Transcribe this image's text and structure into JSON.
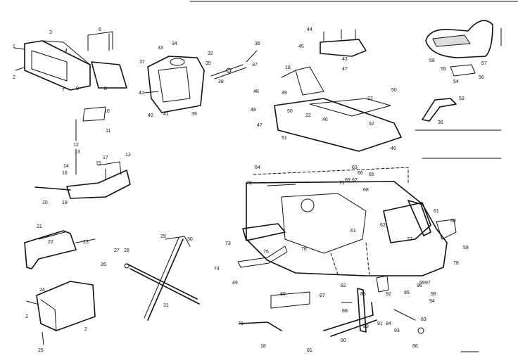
{
  "callouts": [
    {
      "id": "c1",
      "text": "1"
    },
    {
      "id": "c2",
      "text": "2"
    },
    {
      "id": "c3",
      "text": "3"
    },
    {
      "id": "c4",
      "text": "4"
    },
    {
      "id": "c7",
      "text": "7"
    },
    {
      "id": "c8",
      "text": "8"
    },
    {
      "id": "c9",
      "text": "9"
    },
    {
      "id": "c6",
      "text": "6"
    },
    {
      "id": "c33",
      "text": "33"
    },
    {
      "id": "c34",
      "text": "34"
    },
    {
      "id": "c32",
      "text": "32"
    },
    {
      "id": "c35",
      "text": "35"
    },
    {
      "id": "c37",
      "text": "37"
    },
    {
      "id": "c42",
      "text": "42"
    },
    {
      "id": "c41",
      "text": "41"
    },
    {
      "id": "c40",
      "text": "40"
    },
    {
      "id": "c39",
      "text": "39"
    },
    {
      "id": "c38",
      "text": "38"
    },
    {
      "id": "c36",
      "text": "36"
    },
    {
      "id": "c44",
      "text": "44"
    },
    {
      "id": "c45",
      "text": "45"
    },
    {
      "id": "c47",
      "text": "47"
    },
    {
      "id": "c43",
      "text": "43"
    },
    {
      "id": "c18",
      "text": "18"
    },
    {
      "id": "c49",
      "text": "49"
    },
    {
      "id": "c48",
      "text": "48"
    },
    {
      "id": "c50",
      "text": "50"
    },
    {
      "id": "c22",
      "text": "22"
    },
    {
      "id": "c46",
      "text": "46"
    },
    {
      "id": "c52",
      "text": "52"
    },
    {
      "id": "c51",
      "text": "51"
    },
    {
      "id": "c58",
      "text": "58"
    },
    {
      "id": "c55",
      "text": "55"
    },
    {
      "id": "c57",
      "text": "57"
    },
    {
      "id": "c56",
      "text": "56"
    },
    {
      "id": "c54",
      "text": "54"
    },
    {
      "id": "c53",
      "text": "53"
    },
    {
      "id": "c10",
      "text": "10"
    },
    {
      "id": "c11",
      "text": "11"
    },
    {
      "id": "c12",
      "text": "12"
    },
    {
      "id": "c13",
      "text": "13"
    },
    {
      "id": "c14",
      "text": "14"
    },
    {
      "id": "c15",
      "text": "15"
    },
    {
      "id": "c16",
      "text": "16"
    },
    {
      "id": "c17",
      "text": "17"
    },
    {
      "id": "c20",
      "text": "20"
    },
    {
      "id": "c19",
      "text": "19"
    },
    {
      "id": "c21",
      "text": "21"
    },
    {
      "id": "c23",
      "text": "23"
    },
    {
      "id": "c24",
      "text": "24"
    },
    {
      "id": "c25",
      "text": "25"
    },
    {
      "id": "c26",
      "text": "26"
    },
    {
      "id": "c27",
      "text": "27"
    },
    {
      "id": "c28",
      "text": "28"
    },
    {
      "id": "c29",
      "text": "29"
    },
    {
      "id": "c30",
      "text": "30"
    },
    {
      "id": "c31",
      "text": "31"
    },
    {
      "id": "c64",
      "text": "64"
    },
    {
      "id": "c71",
      "text": "71"
    },
    {
      "id": "c69",
      "text": "69"
    },
    {
      "id": "c67",
      "text": "67"
    },
    {
      "id": "c66",
      "text": "66"
    },
    {
      "id": "c65",
      "text": "65"
    },
    {
      "id": "c63",
      "text": "63"
    },
    {
      "id": "c68",
      "text": "68"
    },
    {
      "id": "c61",
      "text": "61"
    },
    {
      "id": "c62",
      "text": "62"
    },
    {
      "id": "c60",
      "text": "60"
    },
    {
      "id": "c59",
      "text": "59"
    },
    {
      "id": "c73",
      "text": "73"
    },
    {
      "id": "c75",
      "text": "75"
    },
    {
      "id": "c76",
      "text": "76"
    },
    {
      "id": "c74",
      "text": "74"
    },
    {
      "id": "c77",
      "text": "77"
    },
    {
      "id": "c78",
      "text": "78"
    },
    {
      "id": "c72",
      "text": "72"
    },
    {
      "id": "c79",
      "text": "79"
    },
    {
      "id": "c80",
      "text": "80"
    },
    {
      "id": "c81",
      "text": "81"
    },
    {
      "id": "c82",
      "text": "82"
    },
    {
      "id": "c83",
      "text": "83"
    },
    {
      "id": "c84",
      "text": "84"
    },
    {
      "id": "c85",
      "text": "85"
    },
    {
      "id": "c86",
      "text": "86"
    },
    {
      "id": "c87",
      "text": "87"
    },
    {
      "id": "c88",
      "text": "88"
    },
    {
      "id": "c89",
      "text": "89"
    },
    {
      "id": "c90",
      "text": "90"
    },
    {
      "id": "c91",
      "text": "91"
    },
    {
      "id": "c92",
      "text": "92"
    },
    {
      "id": "c93",
      "text": "93"
    },
    {
      "id": "c94",
      "text": "94"
    },
    {
      "id": "c95",
      "text": "95"
    },
    {
      "id": "c96",
      "text": "96"
    },
    {
      "id": "c97",
      "text": "97"
    },
    {
      "id": "c98",
      "text": "98"
    },
    {
      "id": "c99",
      "text": "99"
    }
  ]
}
